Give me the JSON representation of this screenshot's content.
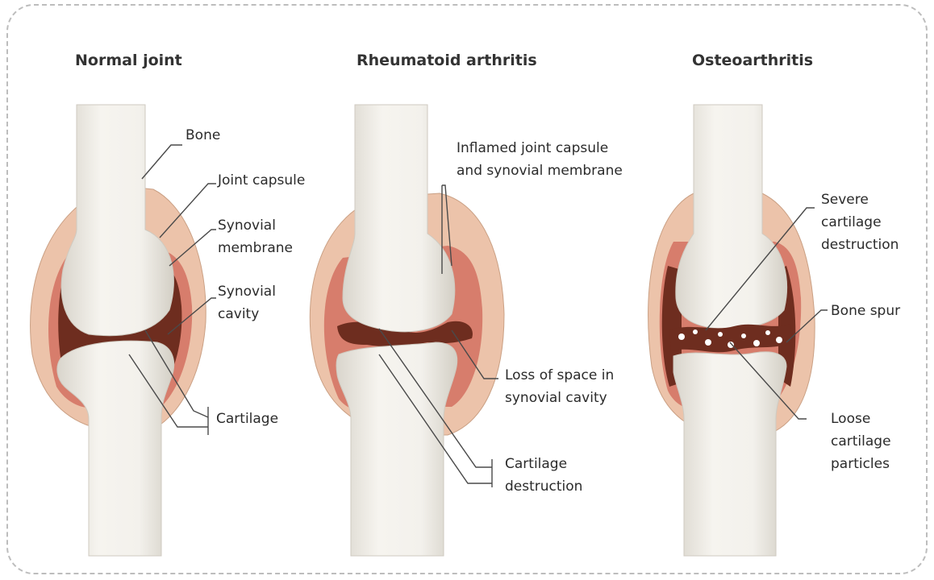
{
  "panels": {
    "normal": {
      "title": "Normal joint",
      "labels": {
        "bone": "Bone",
        "joint_capsule": "Joint capsule",
        "synovial_membrane": [
          "Synovial",
          "membrane"
        ],
        "synovial_cavity": [
          "Synovial",
          "cavity"
        ],
        "cartilage": "Cartilage"
      }
    },
    "rheumatoid": {
      "title": "Rheumatoid arthritis",
      "labels": {
        "inflamed": [
          "Inflamed joint capsule",
          "and synovial membrane"
        ],
        "loss_of_space": [
          "Loss of space in",
          "synovial cavity"
        ],
        "cartilage_destruction": [
          "Cartilage",
          "destruction"
        ]
      }
    },
    "osteo": {
      "title": "Osteoarthritis",
      "labels": {
        "severe": [
          "Severe",
          "cartilage",
          "destruction"
        ],
        "bone_spur": "Bone spur",
        "loose": [
          "Loose",
          "cartilage",
          "particles"
        ]
      }
    }
  },
  "colors": {
    "bone": "#f1efea",
    "bone_shade": "#dedbd3",
    "capsule": "#ecc3aa",
    "membrane": "#d77d6c",
    "cavity": "#6e2d1f",
    "leader": "#4a4a4a",
    "frame": "#bdbdbd"
  }
}
